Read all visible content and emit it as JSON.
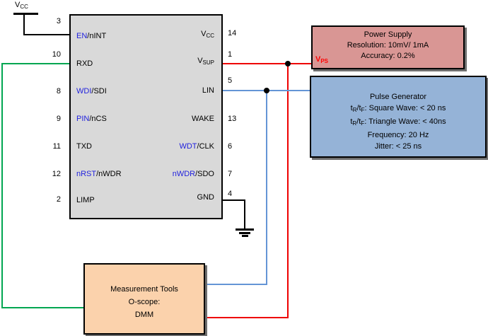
{
  "diagram": {
    "vcc_symbol": {
      "main": "V",
      "sub": "CC"
    },
    "ic": {
      "left_pins": [
        {
          "num": "3",
          "blue": "EN",
          "black": "/nINT"
        },
        {
          "num": "10",
          "black": "RXD"
        },
        {
          "num": "8",
          "blue": "WDI",
          "black": "/SDI"
        },
        {
          "num": "9",
          "blue": "PIN",
          "black": "/nCS"
        },
        {
          "num": "11",
          "black": "TXD"
        },
        {
          "num": "12",
          "blue": "nRST",
          "black": "/nWDR"
        },
        {
          "num": "2",
          "black": "LIMP"
        }
      ],
      "right_pins": [
        {
          "num": "14",
          "black": "V",
          "sub": "CC"
        },
        {
          "num": "1",
          "black": "V",
          "sub": "SUP"
        },
        {
          "num": "5",
          "black": "LIN"
        },
        {
          "num": "13",
          "black": "WAKE"
        },
        {
          "num": "6",
          "blue": "WDT",
          "black": "/CLK"
        },
        {
          "num": "7",
          "blue": "nWDR",
          "black": "/SDO"
        },
        {
          "num": "4",
          "black": "GND"
        }
      ]
    },
    "power_supply": {
      "lines": [
        "Power Supply",
        "Resolution: 10mV/ 1mA",
        "Accuracy: 0.2%"
      ],
      "vps": {
        "main": "V",
        "sub": "PS"
      }
    },
    "pulse_generator": {
      "title": "Pulse Generator",
      "square": {
        "t1": "t",
        "s1": "R",
        "t2": "/t",
        "s2": "F",
        "rest": ": Square Wave: < 20 ns"
      },
      "triangle": {
        "t1": "t",
        "s1": "R",
        "t2": "/t",
        "s2": "F",
        "rest": ": Triangle Wave: < 40ns"
      },
      "frequency": "Frequency: 20 Hz",
      "jitter": "Jitter: < 25 ns"
    },
    "measurement_tools": {
      "lines": [
        "Measurement Tools",
        "O-scope:",
        "DMM"
      ]
    },
    "colors": {
      "ic_fill": "#d9d9d9",
      "power_supply_fill": "#d99694",
      "pulse_generator_fill": "#95b3d7",
      "measurement_fill": "#fbd2ac",
      "wire_red": "#ee0000",
      "wire_blue": "#6495d6",
      "wire_green": "#00a651",
      "pin_text_blue": "#2222dd",
      "vps_text_red": "#ff0000"
    }
  }
}
